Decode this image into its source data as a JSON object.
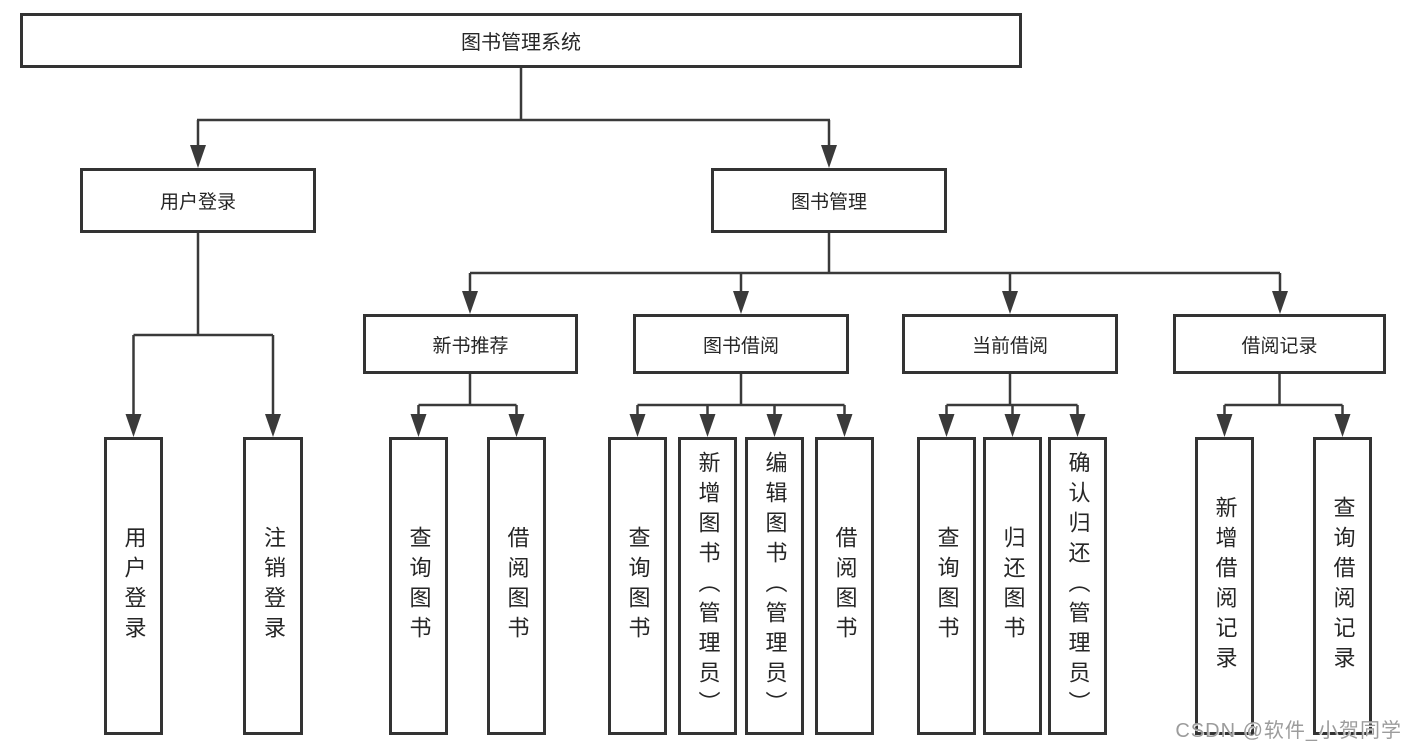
{
  "diagram": {
    "root_label": "图书管理系统",
    "level2": {
      "user_login": "用户登录",
      "book_mgmt": "图书管理"
    },
    "level3": {
      "new_books": "新书推荐",
      "borrowing": "图书借阅",
      "current": "当前借阅",
      "records": "借阅记录"
    },
    "leaves": {
      "user_login_children": [
        "用户登录",
        "注销登录"
      ],
      "new_books_children": [
        "查询图书",
        "借阅图书"
      ],
      "borrowing_children": [
        "查询图书",
        "新增图书（管理员）",
        "编辑图书（管理员）",
        "借阅图书"
      ],
      "current_children": [
        "查询图书",
        "归还图书",
        "确认归还（管理员）"
      ],
      "records_children": [
        "新增借阅记录",
        "查询借阅记录"
      ]
    }
  },
  "watermark": {
    "text": "CSDN @软件_小贺同学"
  },
  "colors": {
    "line": "#3a3a3a",
    "box_border": "#333333",
    "text": "#262626",
    "background": "#ffffff",
    "watermark": "#9c9c9c"
  }
}
